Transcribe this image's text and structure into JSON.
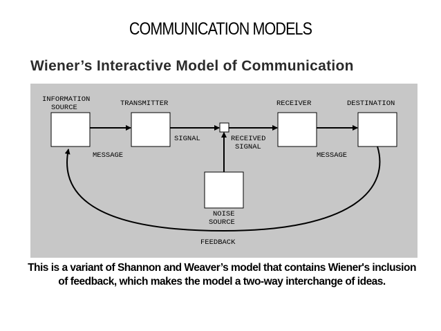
{
  "title": "COMMUNICATION MODELS",
  "subtitle": "Wiener’s Interactive Model of Communication",
  "diagram": {
    "information_source_line1": "INFORMATION",
    "information_source_line2": "SOURCE",
    "transmitter": "TRANSMITTER",
    "receiver": "RECEIVER",
    "destination": "DESTINATION",
    "message_left": "MESSAGE",
    "signal": "SIGNAL",
    "received_signal_line1": "RECEIVED",
    "received_signal_line2": "SIGNAL",
    "message_right": "MESSAGE",
    "noise_source_line1": "NOISE",
    "noise_source_line2": "SOURCE",
    "feedback": "FEEDBACK"
  },
  "caption": "This is a variant of Shannon and Weaver’s model that contains Wiener's inclusion of feedback, which makes the model a two-way interchange of ideas."
}
